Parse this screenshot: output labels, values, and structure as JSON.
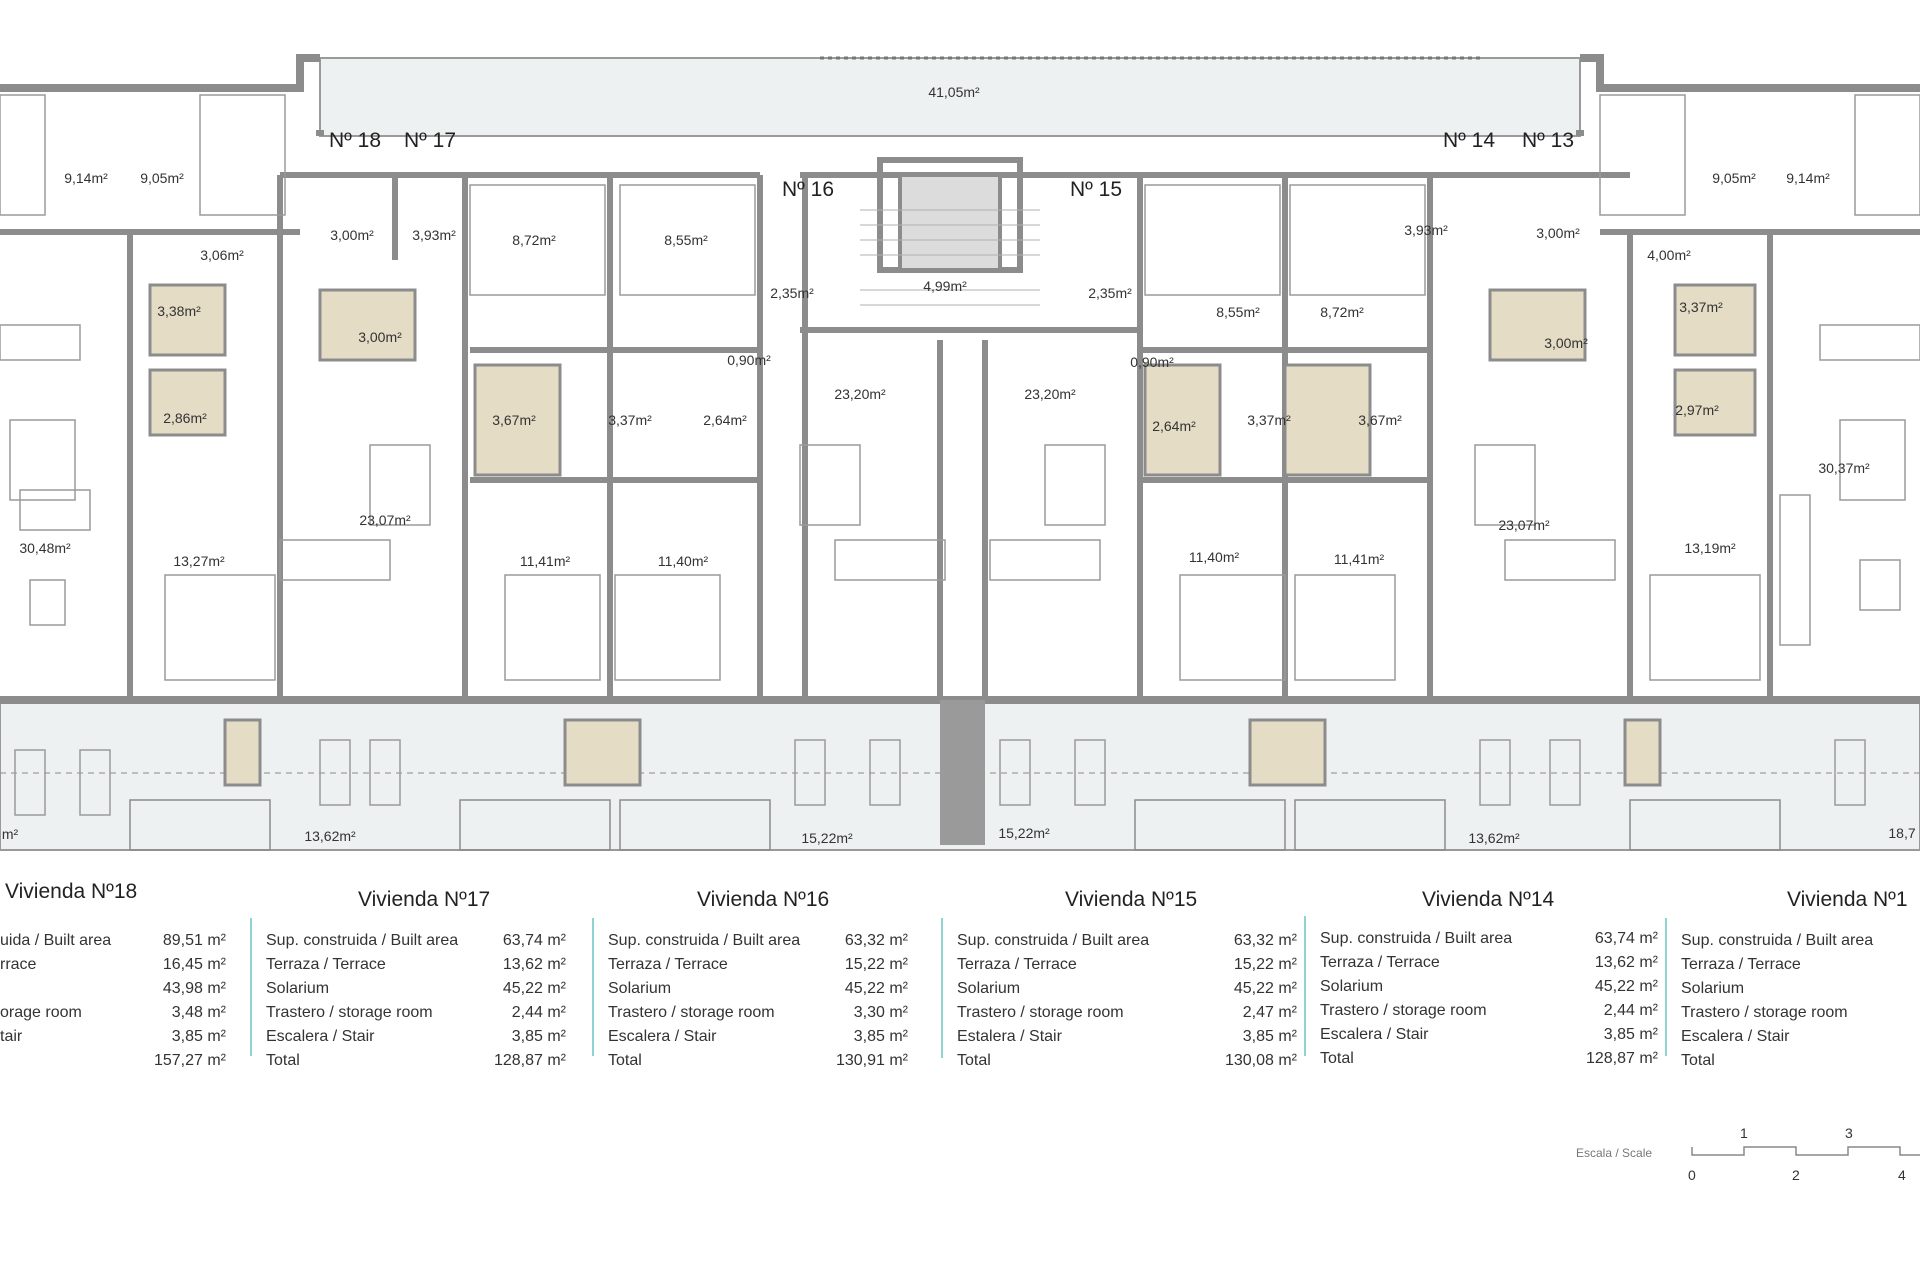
{
  "plan": {
    "unit_numbers": [
      "Nº 18",
      "Nº 17",
      "Nº 16",
      "Nº 15",
      "Nº 14",
      "Nº 13"
    ],
    "areas": {
      "top_terrace": "41,05m²",
      "a1": "9,14m²",
      "a2": "9,05m²",
      "a3": "3,06m²",
      "a4": "3,00m²",
      "a5": "3,93m²",
      "a6": "8,72m²",
      "a7": "8,55m²",
      "a8": "2,35m²",
      "a9": "4,99m²",
      "a10": "2,35m²",
      "a11": "3,93m²",
      "a12": "3,00m²",
      "a13": "9,05m²",
      "a14": "9,14m²",
      "a15": "4,00m²",
      "a16": "3,38m²",
      "a17": "3,00m²",
      "a18": "8,55m²",
      "a19": "8,72m²",
      "a20": "3,00m²",
      "a21": "3,37m²",
      "a22": "0,90m²",
      "a23": "0,90m²",
      "a24": "2,86m²",
      "a25": "3,67m²",
      "a26": "3,37m²",
      "a27": "2,64m²",
      "a28": "23,20m²",
      "a29": "23,20m²",
      "a30": "2,64m²",
      "a31": "3,37m²",
      "a32": "3,67m²",
      "a33": "2,97m²",
      "a34": "23,07m²",
      "a35": "30,37m²",
      "a36": "30,48m²",
      "a37": "13,27m²",
      "a38": "11,41m²",
      "a39": "11,40m²",
      "a40": "11,40m²",
      "a41": "11,41m²",
      "a42": "23,07m²",
      "a43": "13,19m²",
      "b1": "m²",
      "b2": "13,62m²",
      "b3": "15,22m²",
      "b4": "15,22m²",
      "b5": "13,62m²",
      "b6": "18,7"
    }
  },
  "units": [
    {
      "title": "Vivienda Nº18",
      "rows": [
        [
          "uida / Built area",
          "89,51 m²"
        ],
        [
          "rrace",
          "16,45 m²"
        ],
        [
          "",
          "43,98 m²"
        ],
        [
          "orage room",
          "3,48 m²"
        ],
        [
          "tair",
          "3,85 m²"
        ],
        [
          "",
          "157,27 m²"
        ]
      ]
    },
    {
      "title": "Vivienda Nº17",
      "rows": [
        [
          "Sup. construida / Built area",
          "63,74 m²"
        ],
        [
          "Terraza / Terrace",
          "13,62 m²"
        ],
        [
          "Solarium",
          "45,22 m²"
        ],
        [
          "Trastero / storage room",
          "2,44 m²"
        ],
        [
          "Escalera / Stair",
          "3,85 m²"
        ],
        [
          "Total",
          "128,87 m²"
        ]
      ]
    },
    {
      "title": "Vivienda Nº16",
      "rows": [
        [
          "Sup. construida / Built area",
          "63,32 m²"
        ],
        [
          "Terraza / Terrace",
          "15,22 m²"
        ],
        [
          "Solarium",
          "45,22 m²"
        ],
        [
          "Trastero / storage room",
          "3,30 m²"
        ],
        [
          "Escalera / Stair",
          "3,85 m²"
        ],
        [
          "Total",
          "130,91 m²"
        ]
      ]
    },
    {
      "title": "Vivienda Nº15",
      "rows": [
        [
          "Sup. construida / Built area",
          "63,32 m²"
        ],
        [
          "Terraza / Terrace",
          "15,22 m²"
        ],
        [
          "Solarium",
          "45,22 m²"
        ],
        [
          "Trastero / storage room",
          "2,47 m²"
        ],
        [
          "Estalera / Stair",
          "3,85 m²"
        ],
        [
          "Total",
          "130,08 m²"
        ]
      ]
    },
    {
      "title": "Vivienda Nº14",
      "rows": [
        [
          "Sup. construida / Built area",
          "63,74 m²"
        ],
        [
          "Terraza / Terrace",
          "13,62 m²"
        ],
        [
          "Solarium",
          "45,22 m²"
        ],
        [
          "Trastero / storage room",
          "2,44 m²"
        ],
        [
          "Escalera / Stair",
          "3,85 m²"
        ],
        [
          "Total",
          "128,87 m²"
        ]
      ]
    },
    {
      "title": "Vivienda Nº1",
      "rows": [
        [
          "Sup. construida / Built area",
          ""
        ],
        [
          "Terraza / Terrace",
          ""
        ],
        [
          "Solarium",
          ""
        ],
        [
          "Trastero / storage room",
          ""
        ],
        [
          "Escalera / Stair",
          ""
        ],
        [
          "Total",
          ""
        ]
      ]
    }
  ],
  "scale": {
    "label": "Escala / Scale",
    "marks_top": [
      "1",
      "3"
    ],
    "marks_bottom": [
      "0",
      "2",
      "4"
    ]
  }
}
